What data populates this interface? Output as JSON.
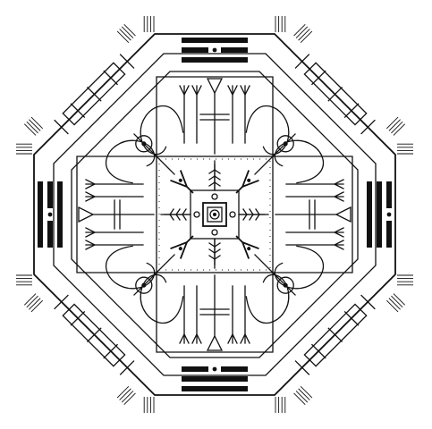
{
  "colors": {
    "ink": "#111111",
    "paper": "#ffffff"
  },
  "symbols": {
    "trigram_top": [
      1,
      0,
      1
    ],
    "trigram_bottom": [
      1,
      1,
      0
    ],
    "trigram_left": [
      1,
      0,
      1
    ],
    "trigram_right": [
      0,
      1,
      1
    ]
  },
  "icons": [
    "octagon-frame-icon",
    "trigram-icon",
    "spiral-swirl-icon",
    "arrow-glyph-icon",
    "compass-center-icon",
    "rune-stave-icon"
  ]
}
